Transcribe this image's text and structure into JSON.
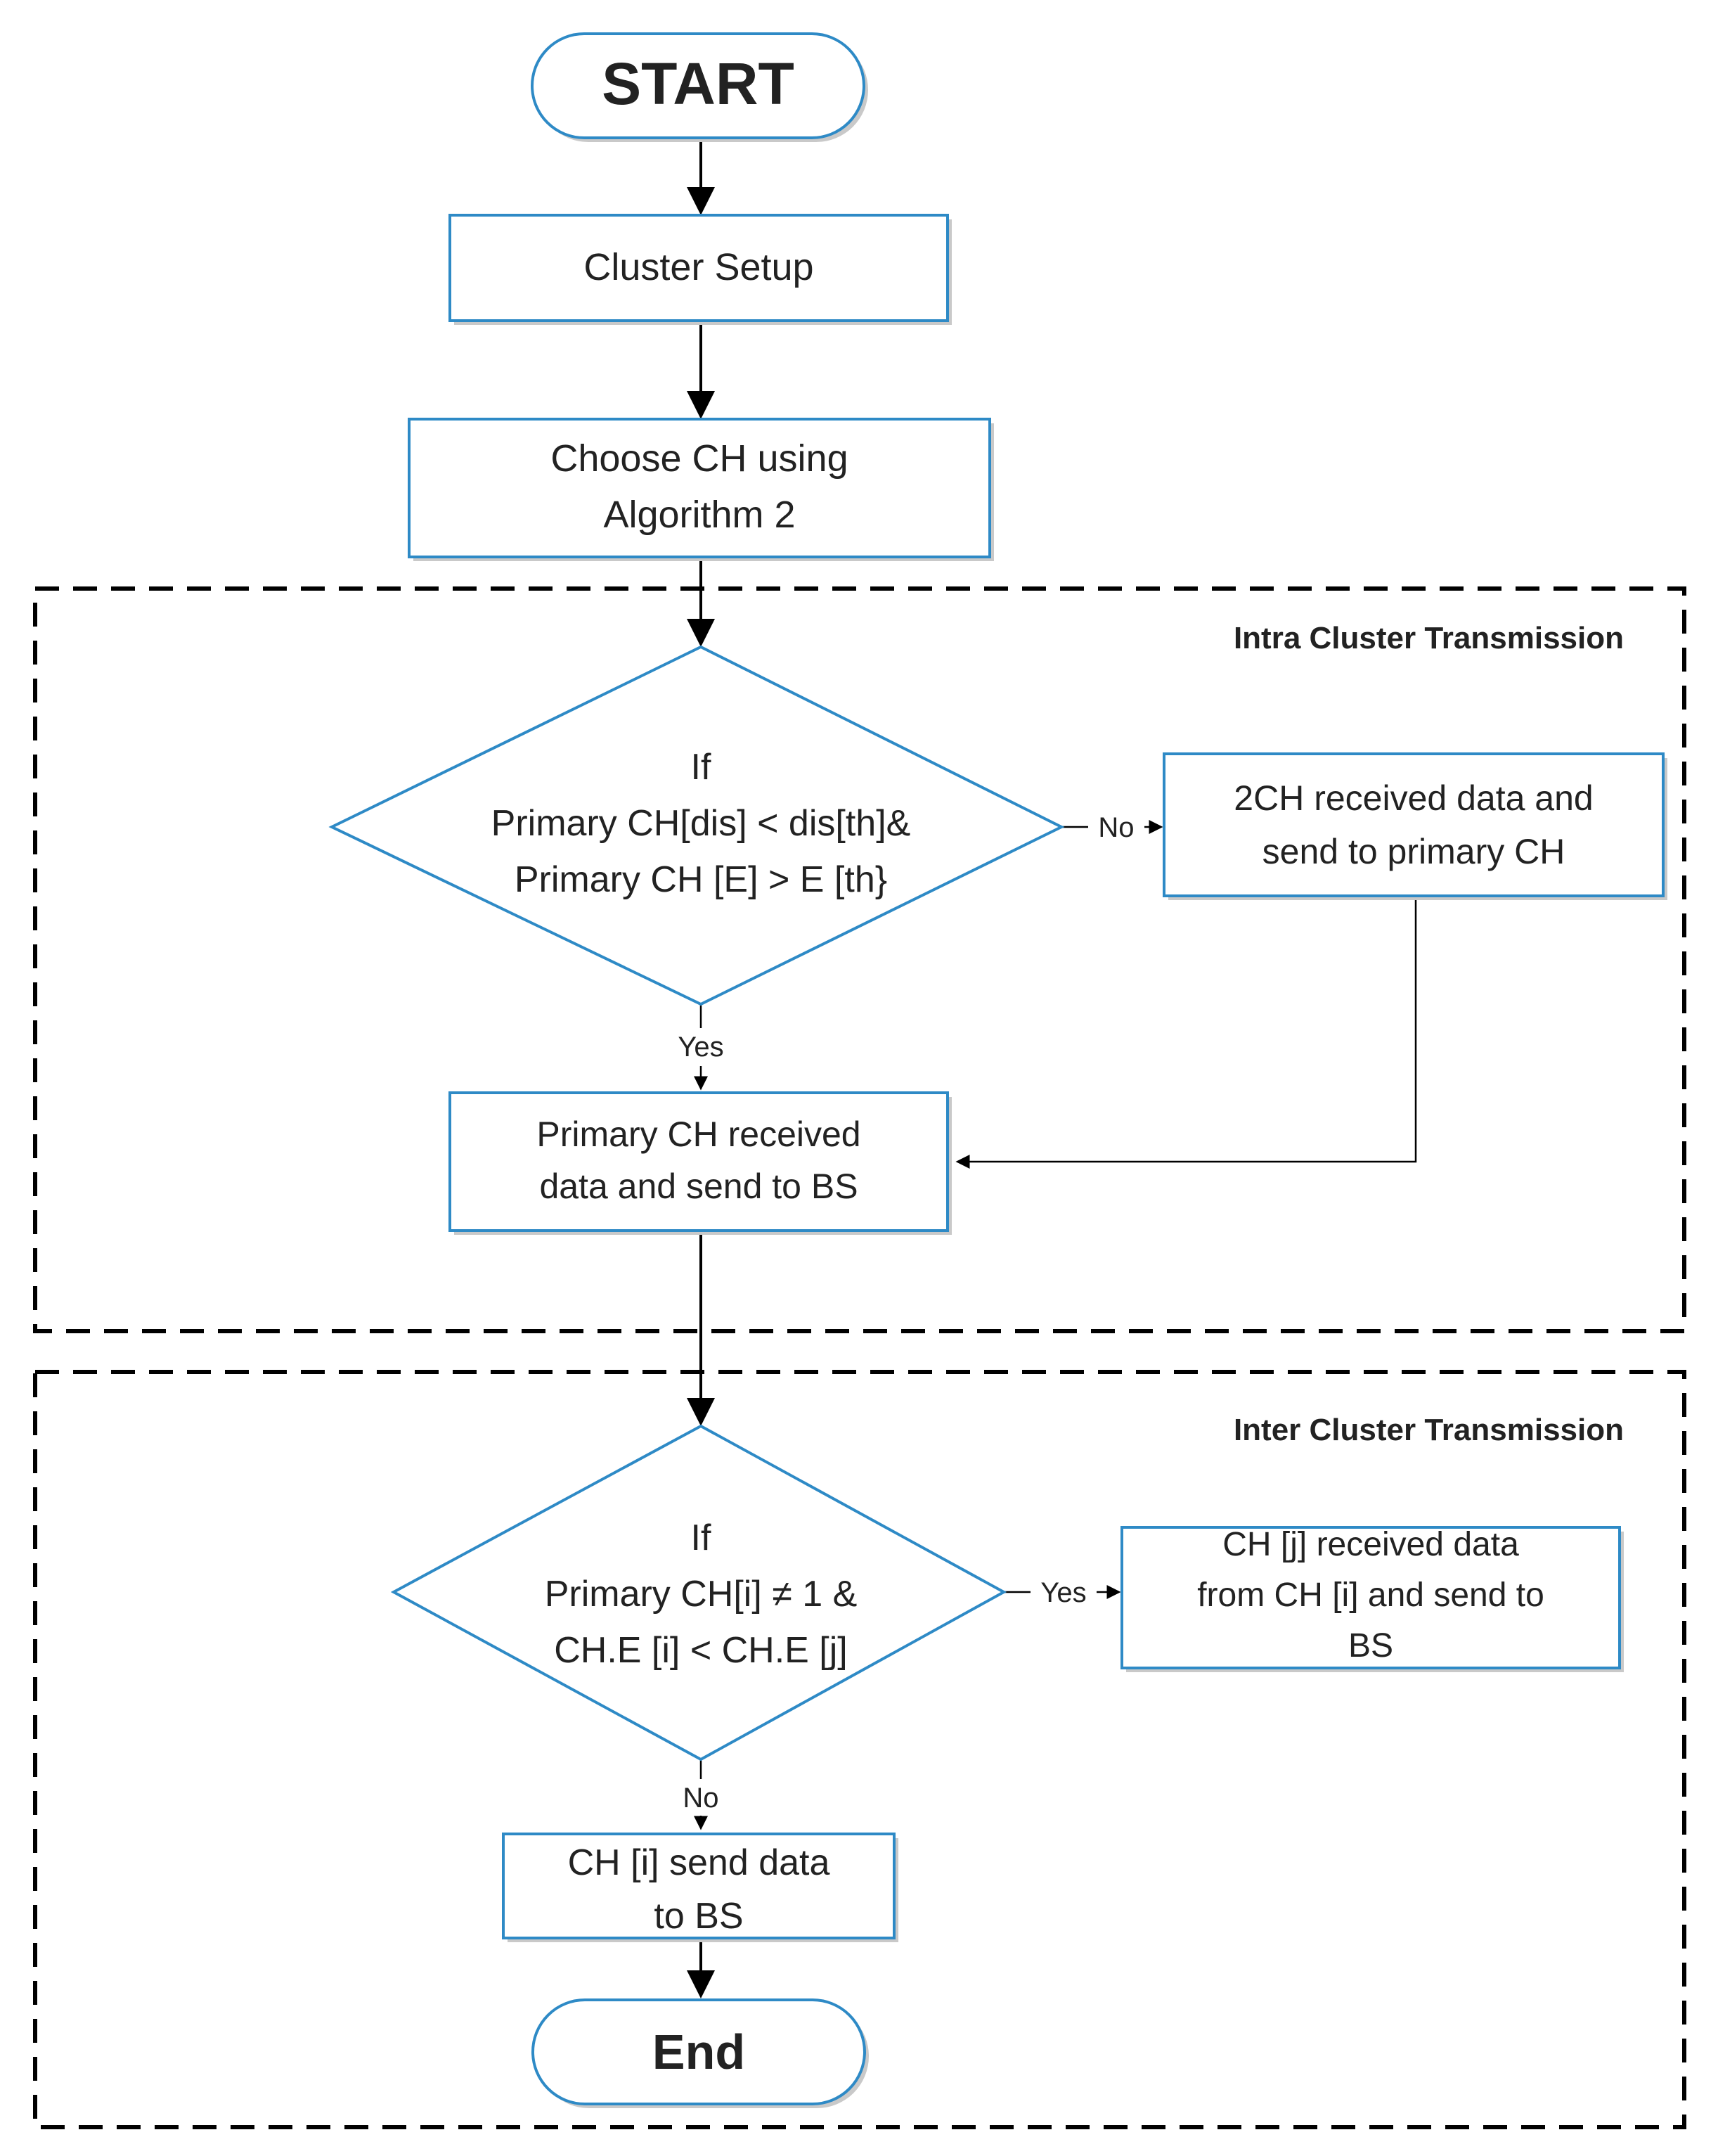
{
  "nodes": {
    "start": "START",
    "cluster_setup": "Cluster Setup",
    "choose_ch": [
      "Choose CH using",
      "Algorithm 2"
    ],
    "decision1": [
      "If",
      "Primary CH[dis] < dis[th]&",
      "Primary CH [E] > E [th}"
    ],
    "second_ch": [
      "2CH received data and",
      "send to primary CH"
    ],
    "primary_received": [
      "Primary CH received",
      "data and send to BS"
    ],
    "decision2": [
      "If",
      "Primary CH[i]  ≠ 1 &",
      "CH.E [i] < CH.E [j]"
    ],
    "chj_received": [
      "CH [j] received data",
      "from CH [i] and send to",
      "BS"
    ],
    "chi_send": [
      "CH [i] send data",
      "to BS"
    ],
    "end": "End"
  },
  "edge_labels": {
    "d1_no": "No",
    "d1_yes": "Yes",
    "d2_yes": "Yes",
    "d2_no": "No"
  },
  "regions": {
    "intra": "Intra Cluster Transmission",
    "inter": "Inter Cluster Transmission"
  },
  "colors": {
    "shape_stroke": "#2e8ac6",
    "arrow": "#000000",
    "text": "#222222"
  }
}
